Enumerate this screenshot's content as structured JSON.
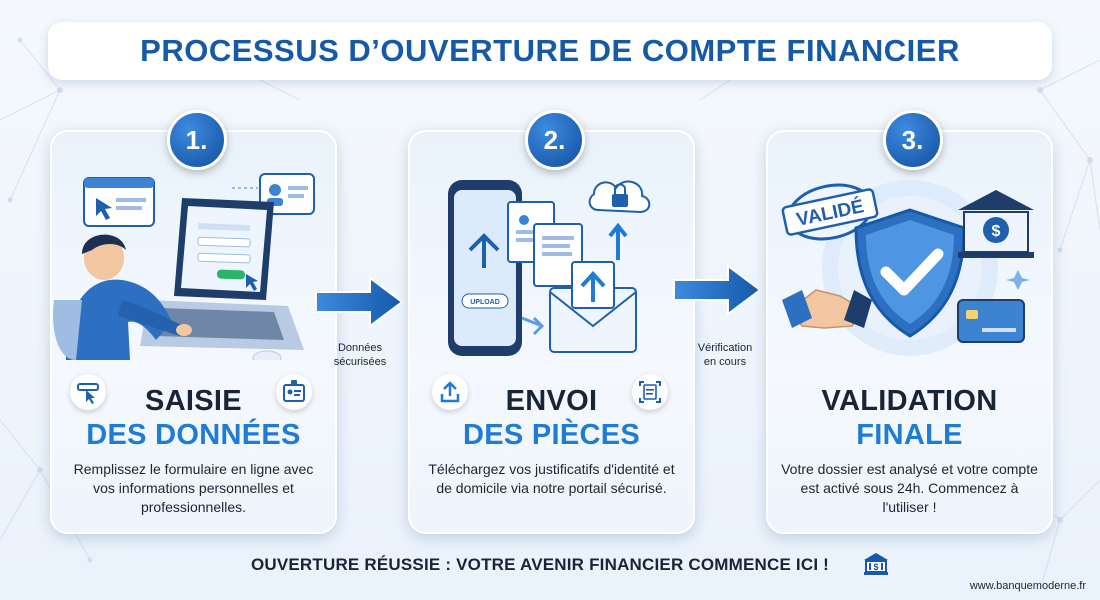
{
  "title": "PROCESSUS D’OUVERTURE DE COMPTE FINANCIER",
  "colors": {
    "primary": "#1559a8",
    "accent": "#1e7bd6",
    "text": "#1a2438",
    "success": "#2ab56b"
  },
  "steps": [
    {
      "number": "1.",
      "title_line1": "SAISIE",
      "title_line2": "DES DONNÉES",
      "description": "Remplissez le formulaire en ligne avec vos informations personnelles et professionnelles.",
      "icons": [
        "browser-cursor-icon",
        "id-badge-icon"
      ]
    },
    {
      "number": "2.",
      "title_line1": "ENVOI",
      "title_line2": "DES PIÈCES",
      "description": "Téléchargez vos justificatifs d'identité et de domicile via notre portail sécurisé.",
      "illustration_label": "UPLOAD",
      "icons": [
        "upload-icon",
        "document-scan-icon"
      ]
    },
    {
      "number": "3.",
      "title_line1": "VALIDATION",
      "title_line2": "FINALE",
      "description": "Votre dossier est analysé et votre compte est activé sous 24h. Commencez à l'utiliser !",
      "stamp_label": "VALIDÉ"
    }
  ],
  "connectors": [
    {
      "label_line1": "Données",
      "label_line2": "sécurisées"
    },
    {
      "label_line1": "Vérification",
      "label_line2": "en cours"
    }
  ],
  "footer": "OUVERTURE RÉUSSIE : VOTRE AVENIR FINANCIER COMMENCE ICI !",
  "website": "www.banquemoderne.fr"
}
